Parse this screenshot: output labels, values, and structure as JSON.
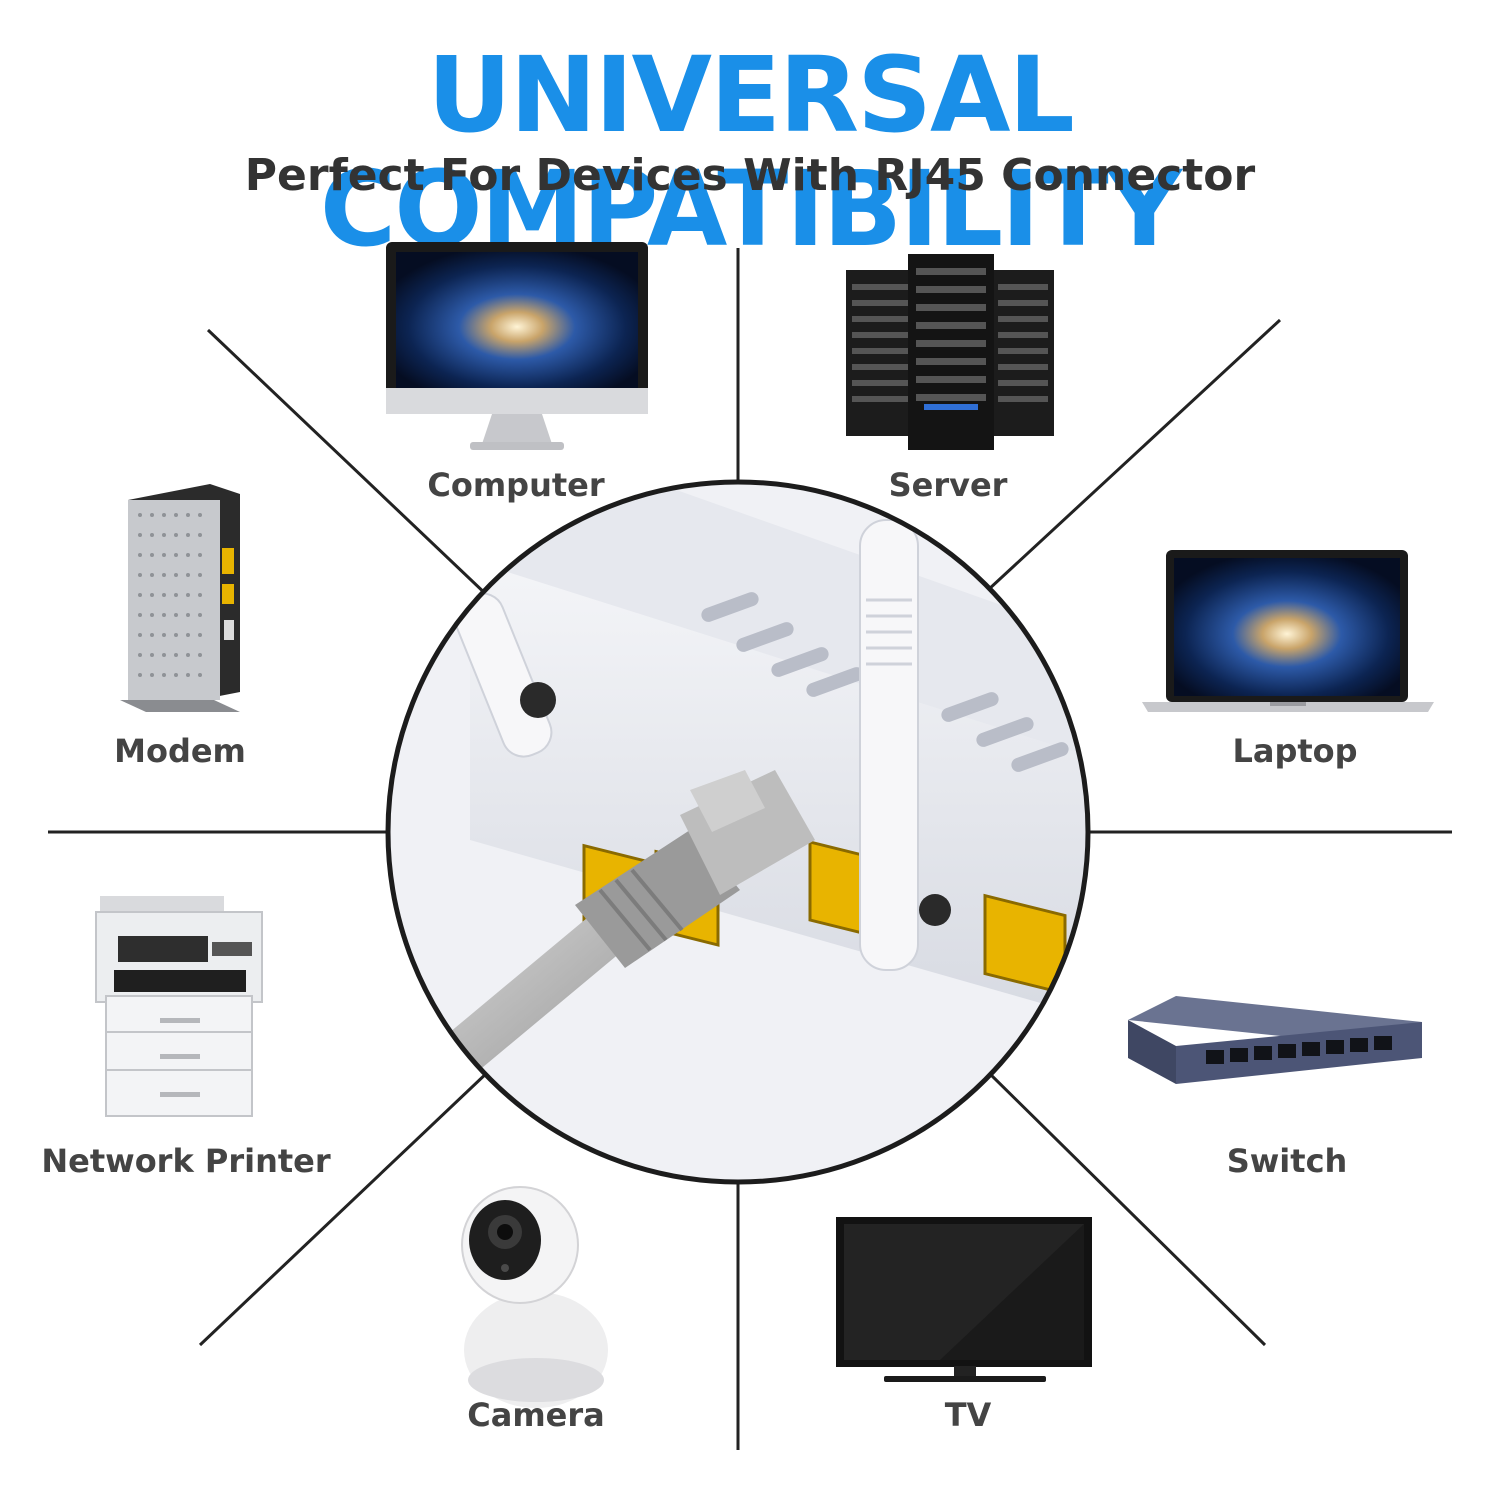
{
  "header": {
    "title": "UNIVERSAL COMPATIBILITY",
    "subtitle": "Perfect For Devices With RJ45 Connector"
  },
  "devices": {
    "computer": "Computer",
    "server": "Server",
    "modem": "Modem",
    "laptop": "Laptop",
    "network_printer": "Network Printer",
    "switch": "Switch",
    "camera": "Camera",
    "tv": "TV"
  },
  "colors": {
    "title": "#1a8fe8",
    "subtitle": "#333333",
    "port": "#e8b400"
  }
}
